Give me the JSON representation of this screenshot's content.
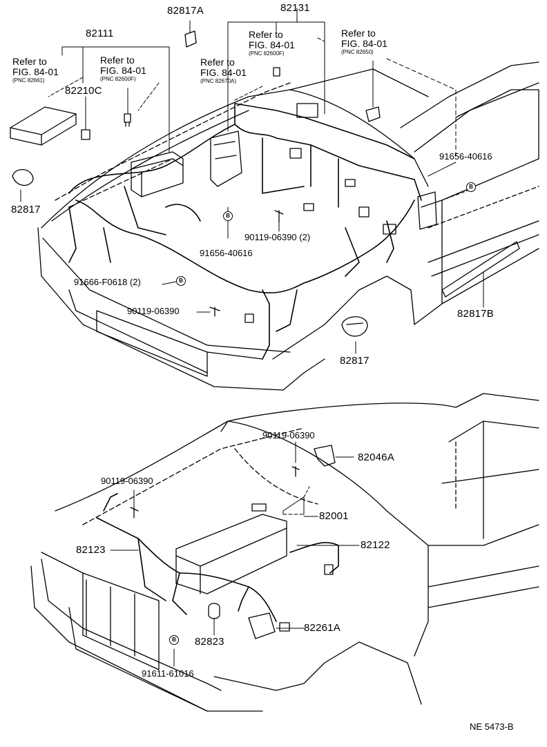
{
  "top": {
    "labels": {
      "p82111": "82111",
      "p82131": "82131",
      "p82817A": "82817A",
      "p82210C": "82210C",
      "p82817_left": "82817",
      "p82817_right": "82817",
      "p82817B": "82817B",
      "p91656_40616_a": "91656-40616",
      "p91656_40616_b": "91656-40616",
      "p90119_06390_2": "90119-06390 (2)",
      "p91666_F0618": "91666-F0618 (2)",
      "p90119_06390": "90119-06390"
    },
    "refs": [
      {
        "line1": "Refer to",
        "line2": "FIG. 84-01",
        "pnc": "(PNC 82661)"
      },
      {
        "line1": "Refer to",
        "line2": "FIG. 84-01",
        "pnc": "(PNC 82600F)"
      },
      {
        "line1": "Refer to",
        "line2": "FIG. 84-01",
        "pnc": "(PNC 82670A)"
      },
      {
        "line1": "Refer to",
        "line2": "FIG. 84-01",
        "pnc": "(PNC 82600F)"
      },
      {
        "line1": "Refer to",
        "line2": "FIG. 84-01",
        "pnc": "(PNC 82650)"
      }
    ],
    "bolt_marker": "B"
  },
  "bottom": {
    "labels": {
      "p90119_06390_a": "90119-06390",
      "p90119_06390_b": "90119-06390",
      "p82046A": "82046A",
      "p82001": "82001",
      "p82122": "82122",
      "p82123": "82123",
      "p82261A": "82261A",
      "p82823": "82823",
      "p91611_61016": "91611-61016"
    },
    "bolt_marker": "B"
  },
  "footer": {
    "code": "NE 5473-B"
  }
}
